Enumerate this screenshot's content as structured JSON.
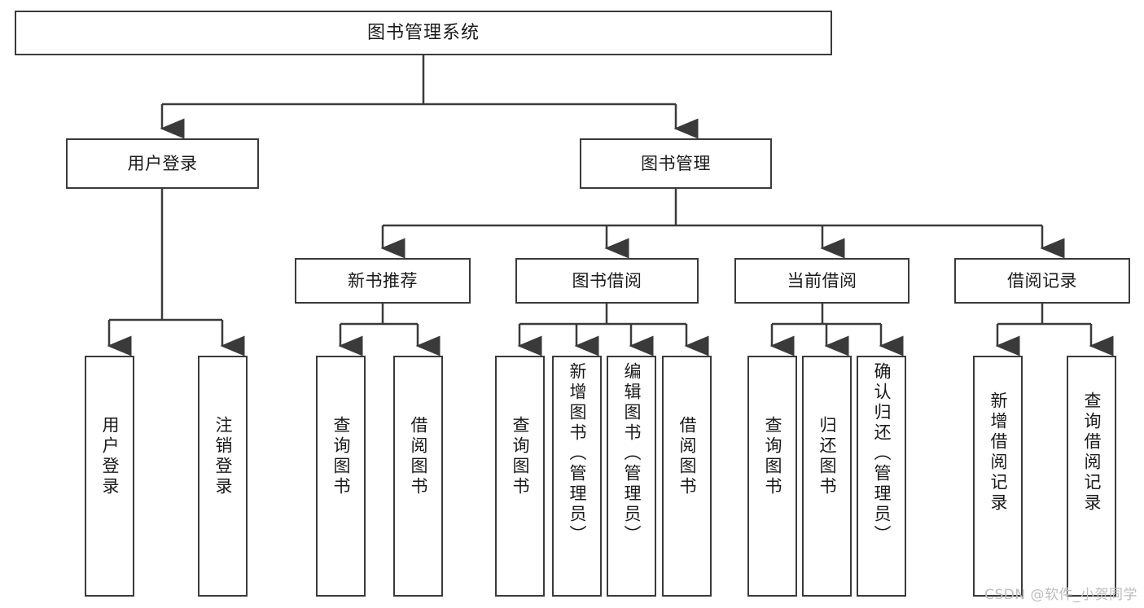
{
  "diagram": {
    "title": "图书管理系统",
    "type": "hierarchy-tree",
    "root": {
      "label": "图书管理系统"
    },
    "level2": [
      {
        "label": "用户登录"
      },
      {
        "label": "图书管理"
      }
    ],
    "level3": [
      {
        "label": "新书推荐"
      },
      {
        "label": "图书借阅"
      },
      {
        "label": "当前借阅"
      },
      {
        "label": "借阅记录"
      }
    ],
    "leaves": {
      "user_login": [
        {
          "label": "用户登录"
        },
        {
          "label": "注销登录"
        }
      ],
      "new_book_recommend": [
        {
          "label": "查询图书"
        },
        {
          "label": "借阅图书"
        }
      ],
      "book_borrow": [
        {
          "label": "查询图书"
        },
        {
          "label": "新增图书（管理员）"
        },
        {
          "label": "编辑图书（管理员）"
        },
        {
          "label": "借阅图书"
        }
      ],
      "current_borrow": [
        {
          "label": "查询图书"
        },
        {
          "label": "归还图书"
        },
        {
          "label": "确认归还（管理员）"
        }
      ],
      "borrow_record": [
        {
          "label": "新增借阅记录"
        },
        {
          "label": "查询借阅记录"
        }
      ]
    }
  },
  "watermark": {
    "text": "CSDN @软件_小贺同学"
  },
  "colors": {
    "box_border": "#3a3a3a",
    "box_fill": "#ffffff",
    "line": "#3a3a3a",
    "text": "#1a1a1a",
    "watermark": "#bdbdbd"
  }
}
